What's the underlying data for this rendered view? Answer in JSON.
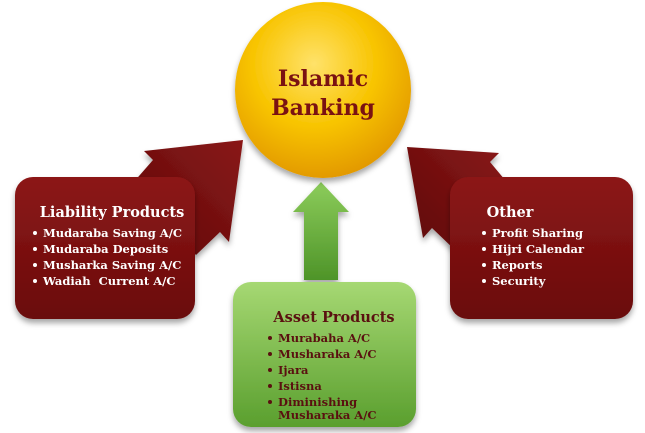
{
  "center": {
    "title_line1": "Islamic",
    "title_line2": "Banking"
  },
  "liability": {
    "title": "Liability Products",
    "items": [
      "Mudaraba Saving A/C",
      "Mudaraba Deposits",
      "Musharka Saving A/C",
      "Wadiah  Current A/C"
    ]
  },
  "other": {
    "title": "Other",
    "items": [
      "Profit Sharing",
      "Hijri Calendar",
      "Reports",
      "Security"
    ]
  },
  "asset": {
    "title": "Asset Products",
    "items": [
      "Murabaha A/C",
      "Musharaka A/C",
      "Ijara",
      "Istisna",
      "Diminishing",
      "Musharaka A/C"
    ]
  },
  "colors": {
    "circle_fill": "#f6b800",
    "circle_text": "#7a1212",
    "red_box": "#7e1010",
    "green_box": "#6fb53f",
    "arrow_red": "#6e0f0f",
    "arrow_green": "#6cb544",
    "bullet_dark": "#5a1010",
    "bullet_white": "#ffffff"
  }
}
